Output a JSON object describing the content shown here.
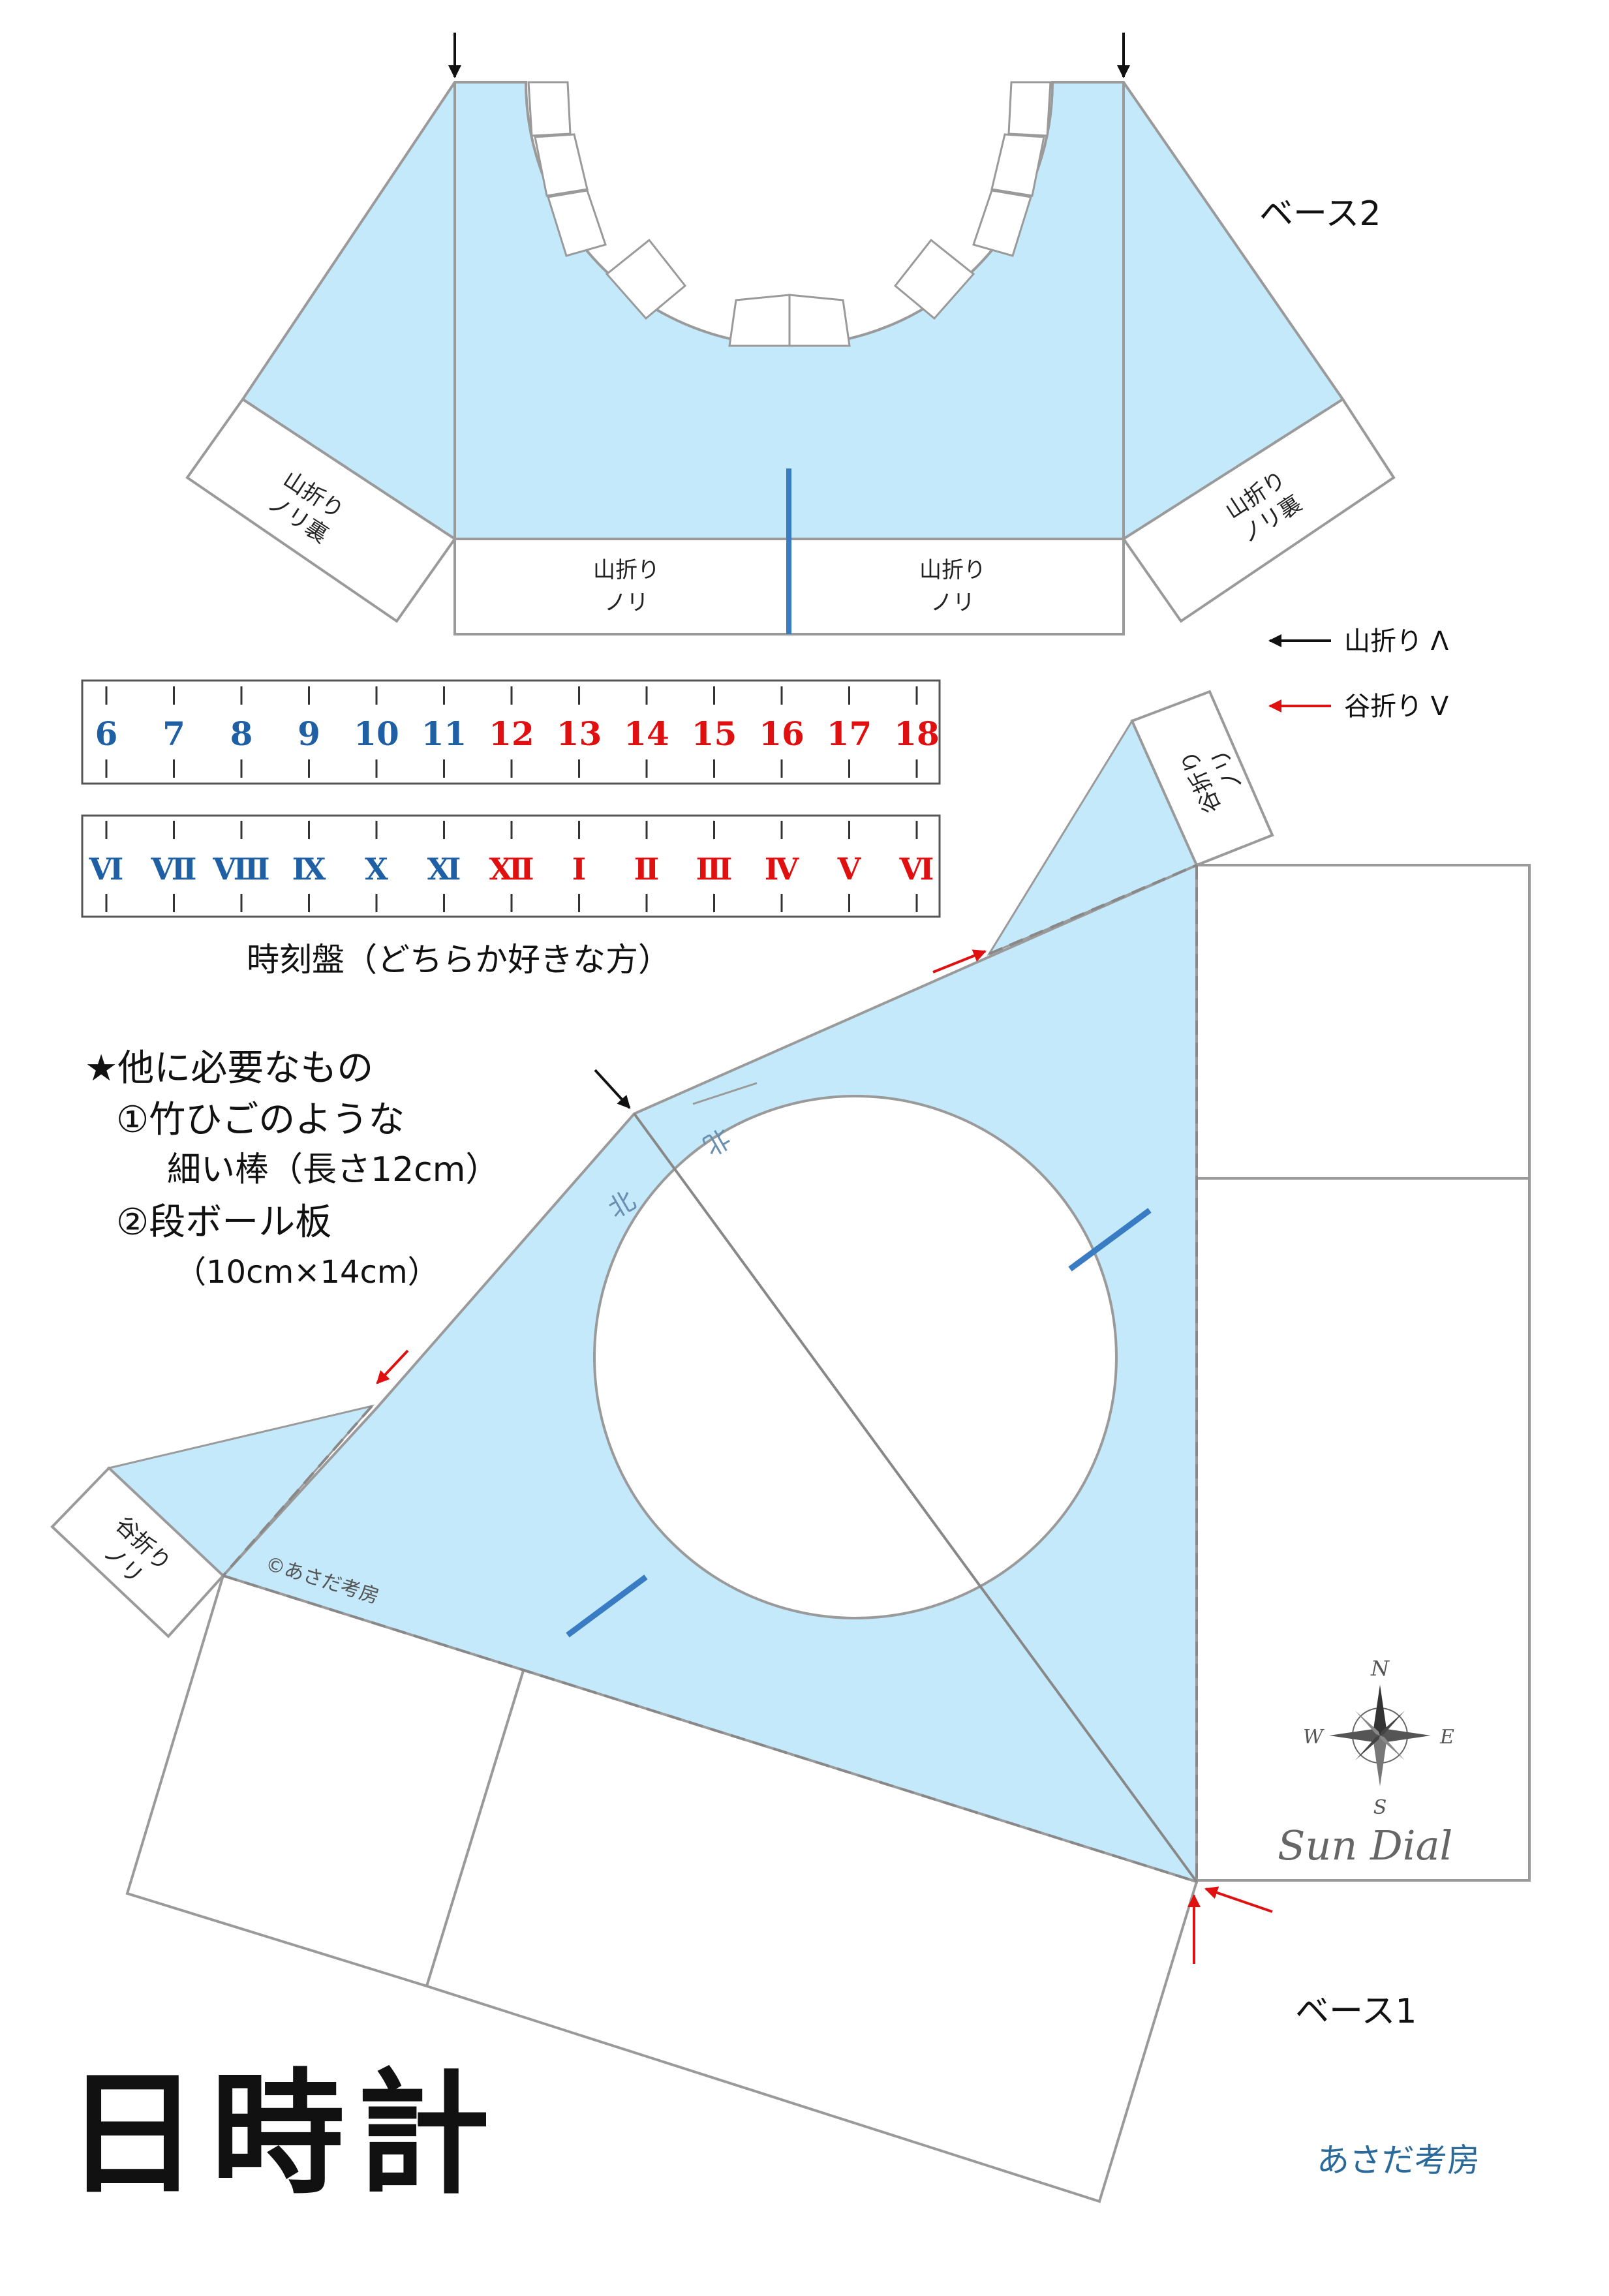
{
  "colors": {
    "fill": "#c4e9fb",
    "outline": "#9a9a9a",
    "blue": "#1f5fa3",
    "red": "#e01010",
    "brand": "#2a6a9a",
    "marker": "#3a7cc4"
  },
  "base2": {
    "title": "ベース2",
    "left_tab": [
      "山折り",
      "ノリ裏"
    ],
    "right_tab": [
      "山折り",
      "ノリ裏"
    ],
    "bottom_left_tab": [
      "山折り",
      "ノリ"
    ],
    "bottom_right_tab": [
      "山折り",
      "ノリ"
    ]
  },
  "legend": {
    "mountain": "山折り Λ",
    "valley": "谷折り V"
  },
  "dial_arabic": [
    "6",
    "7",
    "8",
    "9",
    "10",
    "11",
    "12",
    "13",
    "14",
    "15",
    "16",
    "17",
    "18"
  ],
  "dial_roman": [
    "Ⅵ",
    "Ⅶ",
    "Ⅷ",
    "Ⅸ",
    "Ⅹ",
    "Ⅺ",
    "Ⅻ",
    "Ⅰ",
    "Ⅱ",
    "Ⅲ",
    "Ⅳ",
    "Ⅴ",
    "Ⅵ"
  ],
  "dial_caption": "時刻盤（どちらか好きな方）",
  "requirements": {
    "heading": "★他に必要なもの",
    "item1_line1": "①竹ひごのような",
    "item1_line2": "細い棒（長さ12cm）",
    "item2_line1": "②段ボール板",
    "item2_line2": "（10cm×14cm）"
  },
  "base1": {
    "title": "ベース1",
    "top_tab": [
      "谷折り",
      "ノリ"
    ],
    "left_tab": [
      "谷折り",
      "ノリ"
    ],
    "north_label": "北",
    "north_label_flipped": "北",
    "copyright": "©あさだ考房",
    "compass": {
      "n": "N",
      "s": "S",
      "e": "E",
      "w": "W"
    },
    "brand_script": "Sun Dial"
  },
  "main_title": "日時計",
  "footer_brand": "あさだ考房"
}
